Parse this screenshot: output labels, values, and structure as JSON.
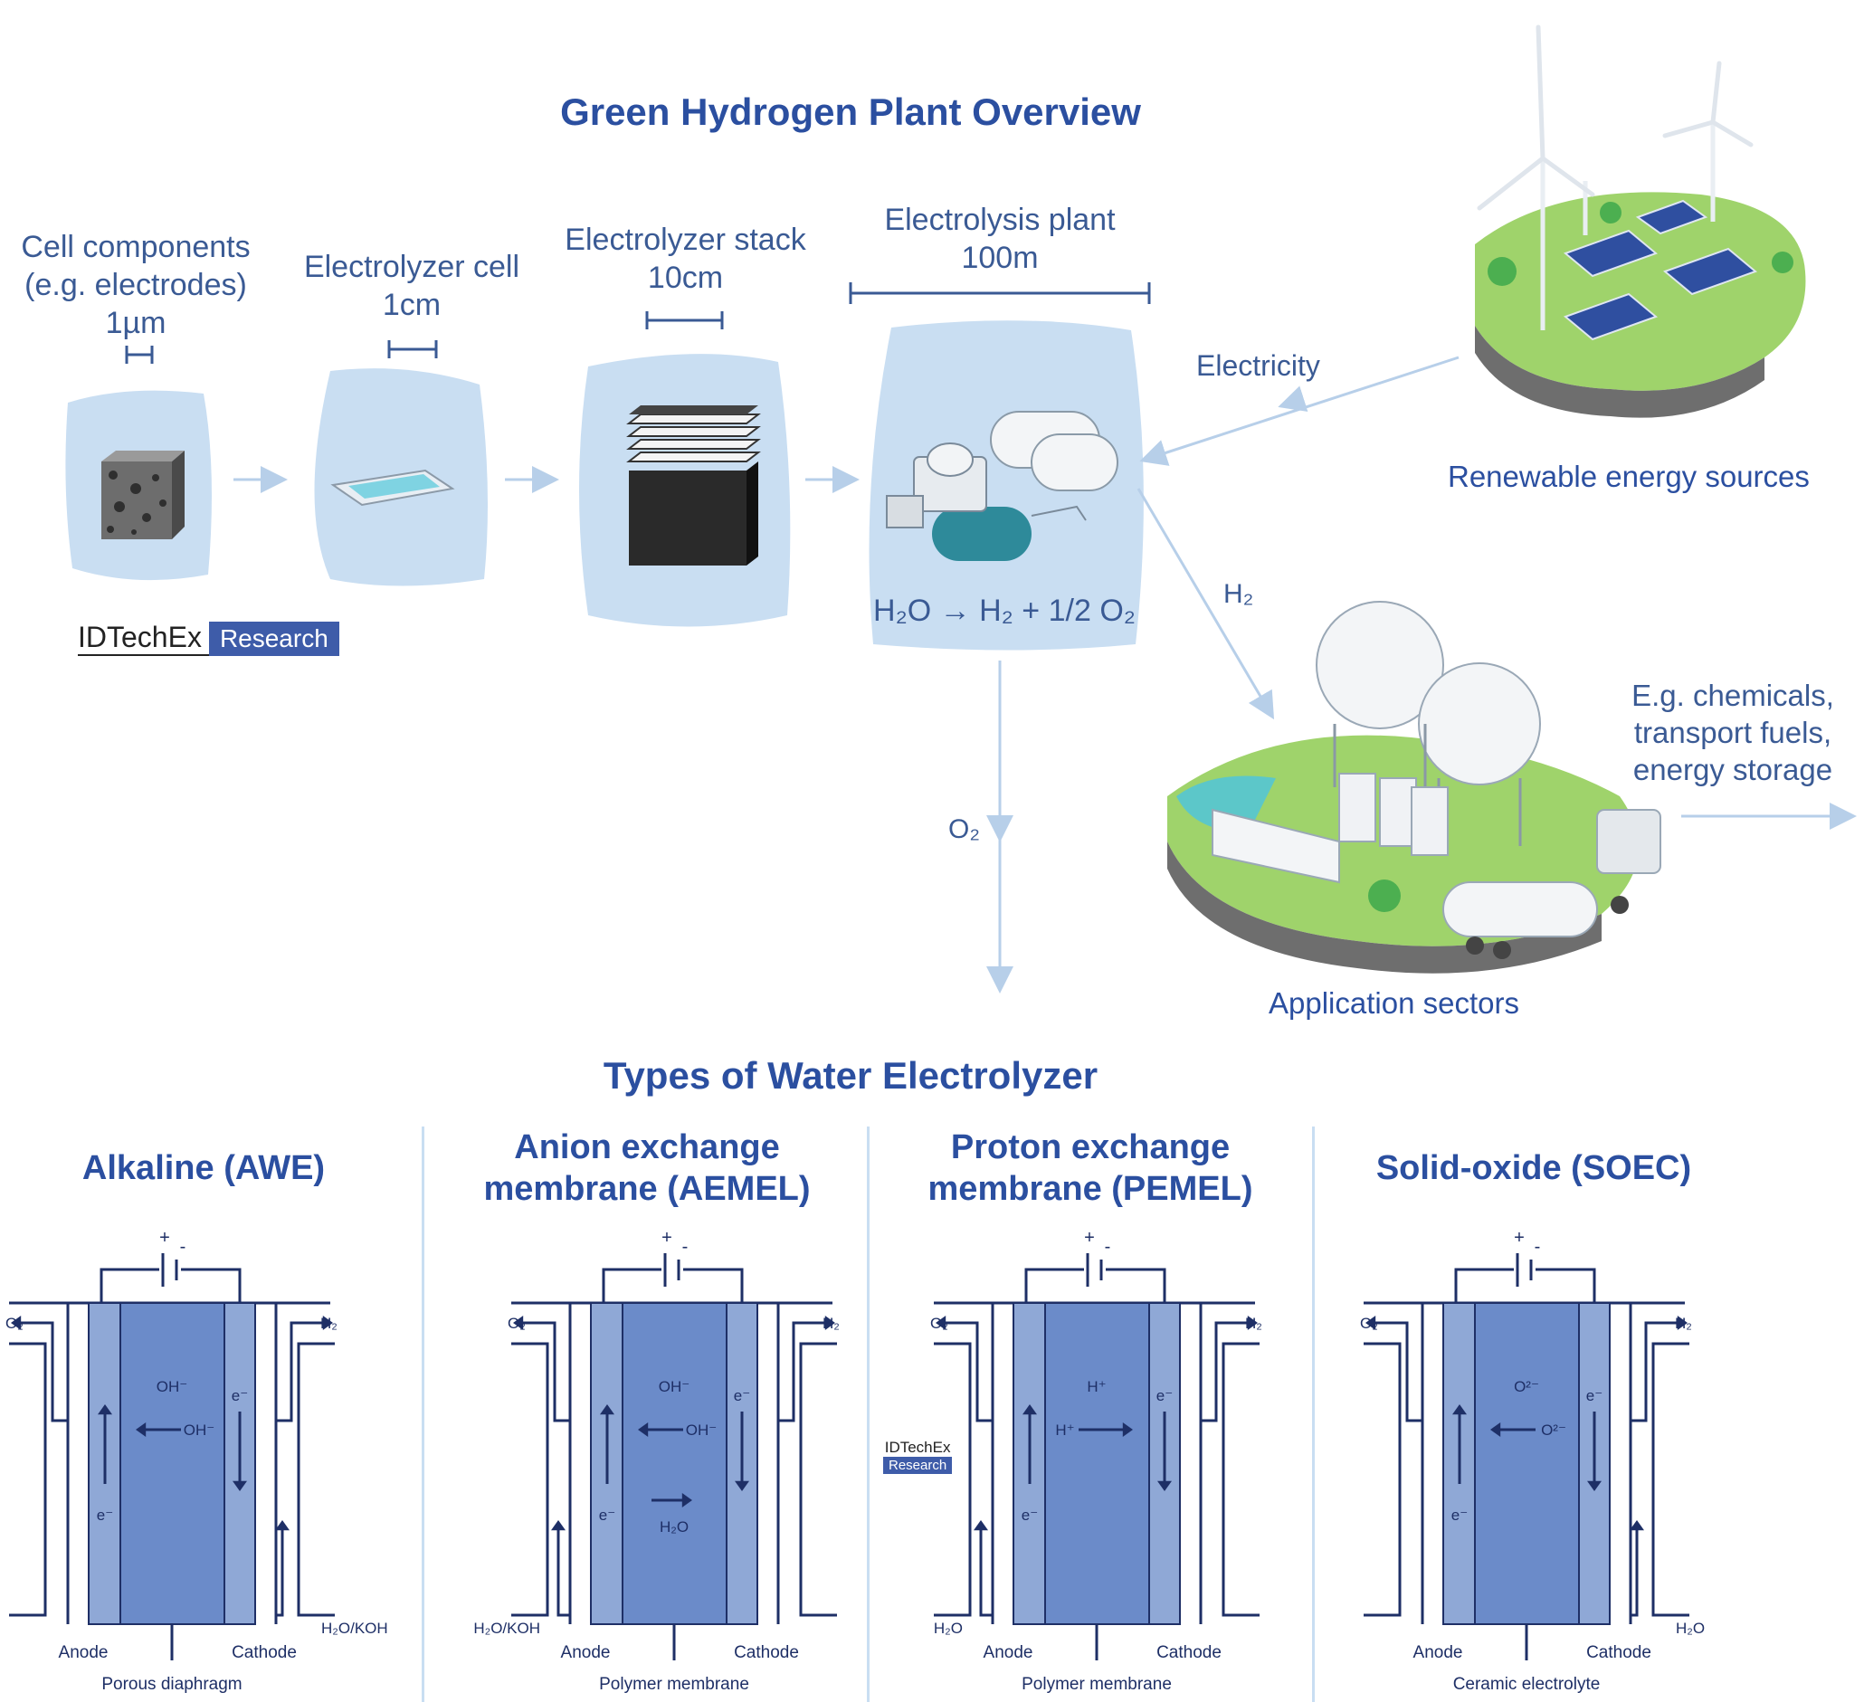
{
  "overview": {
    "title": "Green Hydrogen Plant Overview",
    "stages": [
      {
        "name": "Cell components",
        "sub": "(e.g. electrodes)",
        "scale": "1µm"
      },
      {
        "name": "Electrolyzer cell",
        "scale": "1cm"
      },
      {
        "name": "Electrolyzer stack",
        "scale": "10cm"
      },
      {
        "name": "Electrolysis plant",
        "scale": "100m"
      }
    ],
    "reaction": "H₂O → H₂ + 1/2 O₂",
    "electricity_label": "Electricity",
    "h2_label": "H₂",
    "o2_label": "O₂",
    "renewable_label": "Renewable energy sources",
    "application_label": "Application sectors",
    "application_examples": [
      "E.g. chemicals,",
      "transport fuels,",
      "energy storage"
    ]
  },
  "brand": {
    "name": "IDTechEx",
    "tag": "Research"
  },
  "types": {
    "title": "Types of Water Electrolyzer",
    "panels": [
      {
        "title_lines": [
          "Alkaline (AWE)"
        ],
        "ion": "OH⁻",
        "ion_mid": "OH⁻",
        "input_side": "right",
        "input": "H₂O/KOH",
        "membrane": "Porous diaphragm",
        "h2o_arrow": ""
      },
      {
        "title_lines": [
          "Anion exchange",
          "membrane (AEMEL)"
        ],
        "ion": "OH⁻",
        "ion_mid": "OH⁻",
        "input_side": "left",
        "input": "H₂O/KOH",
        "membrane": "Polymer membrane",
        "h2o_arrow": "H₂O"
      },
      {
        "title_lines": [
          "Proton exchange",
          "membrane (PEMEL)"
        ],
        "ion": "H⁺",
        "ion_mid": "H⁺",
        "input_side": "left",
        "input": "H₂O",
        "membrane": "Polymer membrane",
        "h2o_arrow": ""
      },
      {
        "title_lines": [
          "Solid-oxide (SOEC)"
        ],
        "ion": "O²⁻",
        "ion_mid": "O²⁻",
        "input_side": "right",
        "input": "H₂O",
        "membrane": "Ceramic electrolyte",
        "h2o_arrow": ""
      }
    ],
    "common": {
      "anode": "Anode",
      "cathode": "Cathode",
      "o2": "O₂",
      "h2": "H₂",
      "electron": "e⁻",
      "plus": "+",
      "minus": "-"
    }
  },
  "colors": {
    "accent": "#2b4fa0",
    "light_blue": "#c9def2",
    "electrode": "#8fa8d6",
    "electrolyte": "#6b8bc9",
    "line": "#1e2f66"
  }
}
